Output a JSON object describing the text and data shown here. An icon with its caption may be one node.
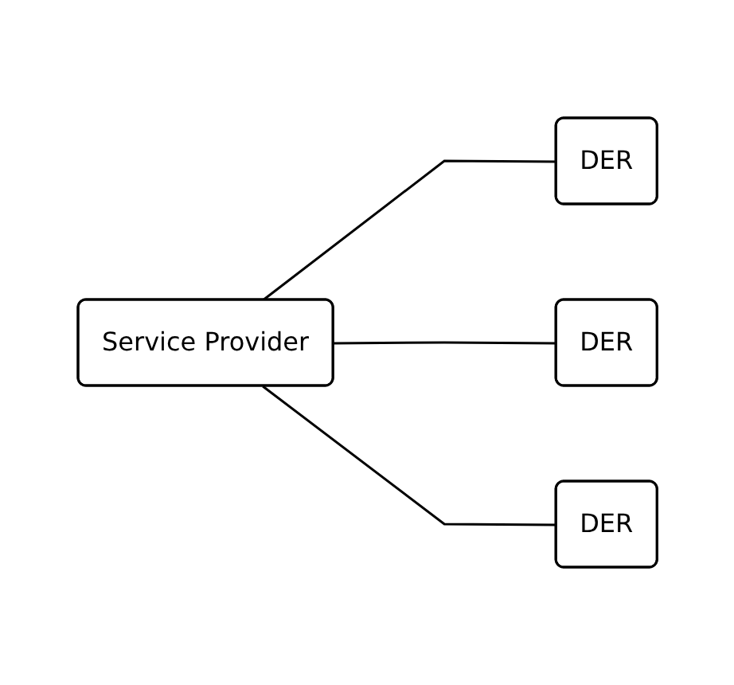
{
  "diagram": {
    "nodes": [
      {
        "text": [
          "Service Provider"
        ]
      },
      {
        "text": [
          "DER"
        ]
      },
      {
        "text": [
          "DER"
        ]
      },
      {
        "text": [
          "DER"
        ]
      }
    ],
    "edges": [
      {
        "from": 0,
        "to": 1,
        "arrow": "none"
      },
      {
        "from": 0,
        "to": 2,
        "arrow": "none"
      },
      {
        "from": 0,
        "to": 3,
        "arrow": "none"
      }
    ]
  }
}
